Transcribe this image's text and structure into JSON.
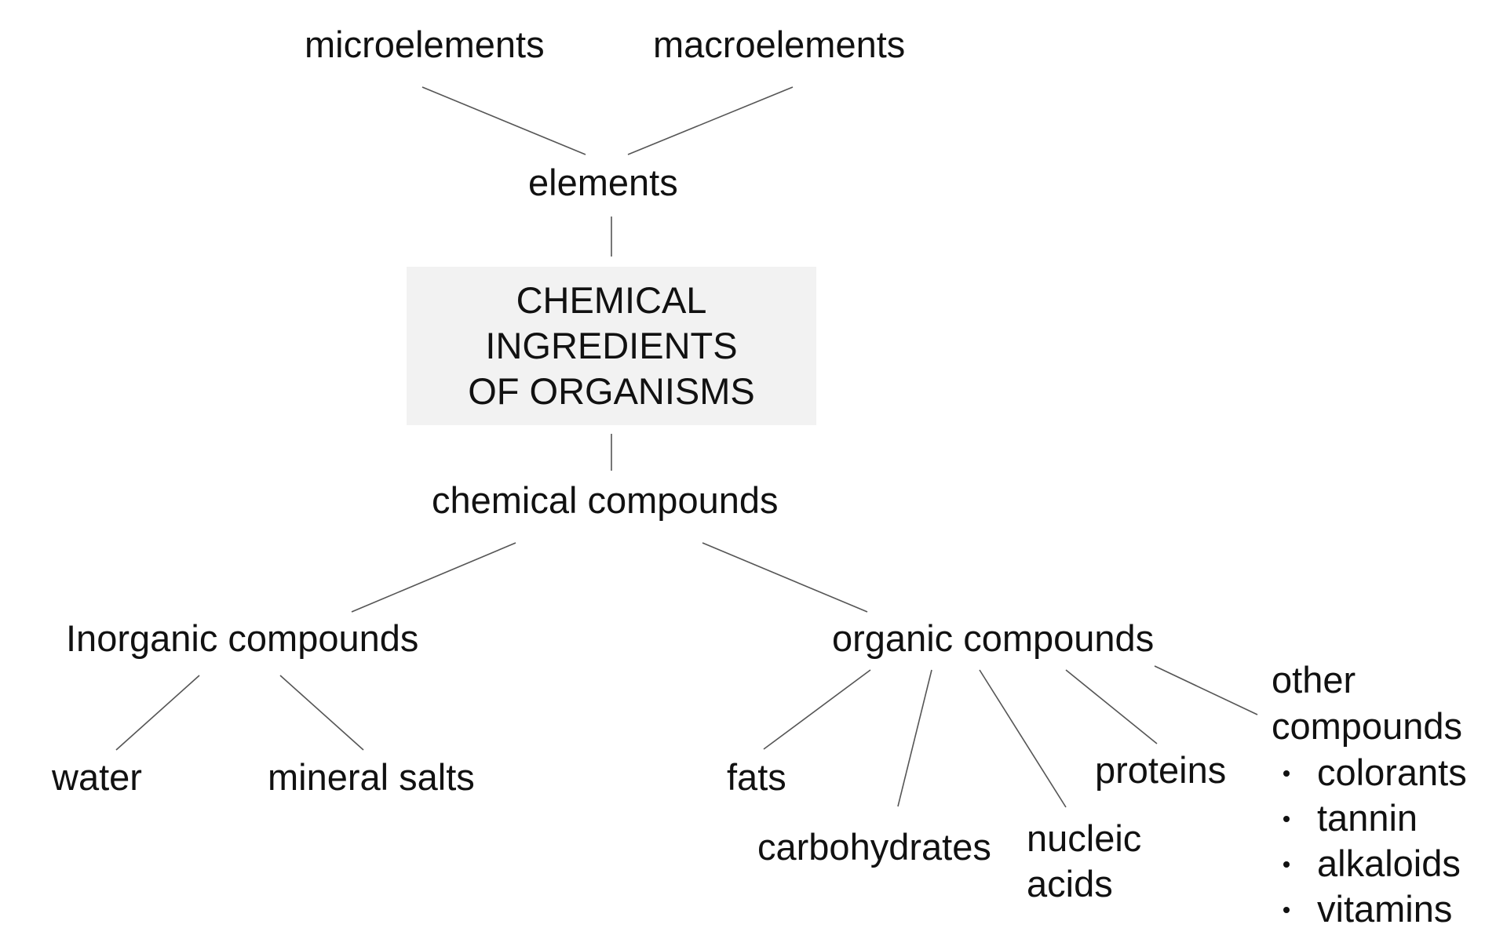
{
  "center": {
    "line1": "CHEMICAL",
    "line2": "INGREDIENTS",
    "line3": "OF ORGANISMS"
  },
  "nodes": {
    "microelements": "microelements",
    "macroelements": "macroelements",
    "elements": "elements",
    "chemical_compounds": "chemical compounds",
    "inorganic_compounds": "Inorganic compounds",
    "organic_compounds": "organic compounds",
    "water": "water",
    "mineral_salts": "mineral salts",
    "fats": "fats",
    "carbohydrates": "carbohydrates",
    "nucleic_line1": "nucleic",
    "nucleic_line2": "acids",
    "proteins": "proteins",
    "other_line1": "other",
    "other_line2": "compounds"
  },
  "other_compounds_list": [
    "colorants",
    "tannin",
    "alkaloids",
    "vitamins"
  ],
  "colors": {
    "text": "#111111",
    "connector": "#555555",
    "center_box": "#f2f2f2"
  }
}
